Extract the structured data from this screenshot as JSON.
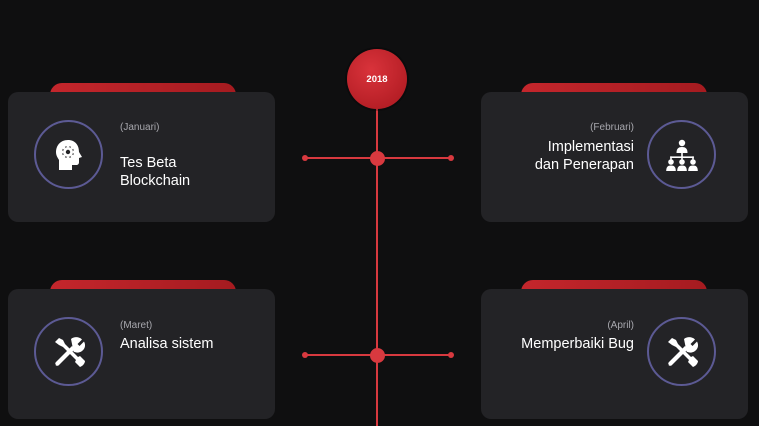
{
  "timeline": {
    "year": "2018",
    "accent_color": "#d8393f",
    "icon_ring_color": "#5c5a94",
    "card_color": "#232326",
    "background_color": "#0f0f10"
  },
  "events": [
    {
      "month": "(Januari)",
      "title_lines": [
        "Tes Beta",
        "Blockchain"
      ],
      "icon": "brain-gear-icon"
    },
    {
      "month": "(Februari)",
      "title_lines": [
        "Implementasi",
        "dan Penerapan"
      ],
      "icon": "team-hierarchy-icon"
    },
    {
      "month": "(Maret)",
      "title_lines": [
        "Analisa sistem"
      ],
      "icon": "tools-icon"
    },
    {
      "month": "(April)",
      "title_lines": [
        "Memperbaiki Bug"
      ],
      "icon": "tools-icon"
    }
  ]
}
